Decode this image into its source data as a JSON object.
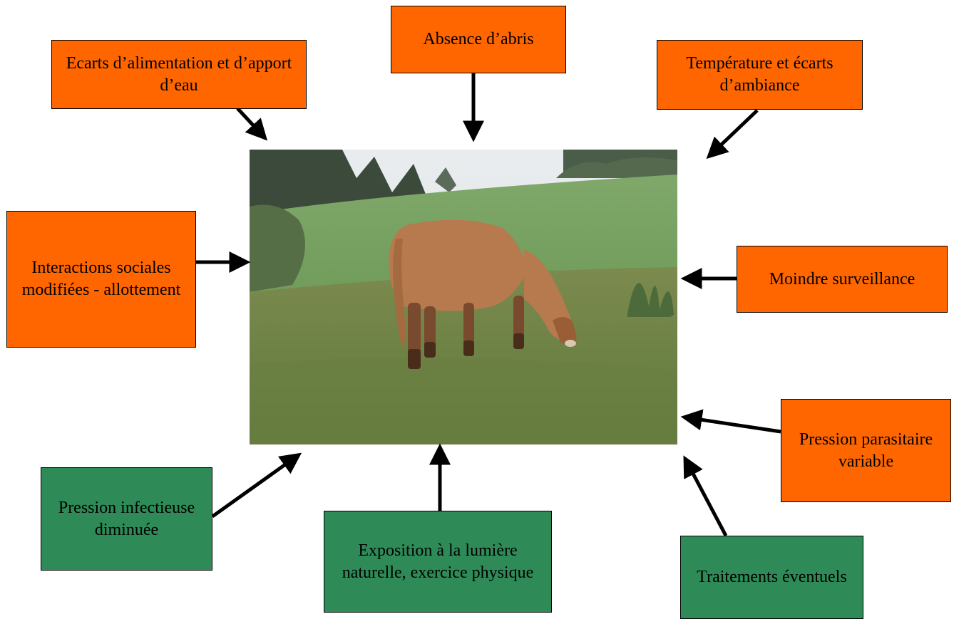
{
  "factors": {
    "feeding": "Ecarts d’alimentation et d’apport d’eau",
    "shelter": "Absence d’abris",
    "temperature": "Température et écarts d’ambiance",
    "social": "Interactions sociales modifiées - allottement",
    "surveillance": "Moindre surveillance",
    "parasites": "Pression parasitaire variable",
    "infection": "Pression infectieuse diminuée",
    "light": "Exposition à la lumière naturelle, exercice physique",
    "treatments": "Traitements éventuels"
  },
  "colors": {
    "negative": "#ff6600",
    "positive": "#2e8b57"
  },
  "photo": {
    "subject": "cow-grazing-in-pasture"
  }
}
